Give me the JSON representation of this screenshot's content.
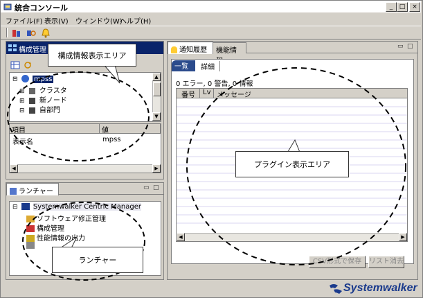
{
  "window": {
    "title": "統合コンソール"
  },
  "menu": {
    "file": "ファイル(F)",
    "view": "表示(V)",
    "window": "ウィンドウ(W)",
    "help": "ヘルプ(H)"
  },
  "config_panel": {
    "tab": "構成管理",
    "tree": {
      "root": "mpss",
      "items": [
        "クラスタ",
        "新ノード",
        "自部門"
      ]
    },
    "props": {
      "col_item": "項目",
      "col_value": "値",
      "rows": [
        {
          "item": "表示名",
          "value": "mpss"
        }
      ]
    },
    "callout": "構成情報表示エリア"
  },
  "launcher_panel": {
    "tab": "ランチャー",
    "root": "Systemwalker Centric Manager",
    "items": [
      "ソフトウェア修正管理",
      "構成管理",
      "性能情報の出力"
    ],
    "callout": "ランチャー"
  },
  "right_panel": {
    "tabs": [
      "通知履歴",
      "機能情報"
    ],
    "subtabs": [
      "一覧",
      "詳細"
    ],
    "summary": "0 エラー, 0 警告, 0 情報",
    "columns": [
      "番号",
      "Lv",
      "メッセージ"
    ],
    "callout": "プラグイン表示エリア",
    "btn_csv": "CSV形式で保存",
    "btn_clear": "リスト消去"
  },
  "brand": "Systemwalker",
  "colors": {
    "selection": "#0a246a",
    "list_line": "#d8d4f0",
    "brand": "#1a3a8c"
  }
}
